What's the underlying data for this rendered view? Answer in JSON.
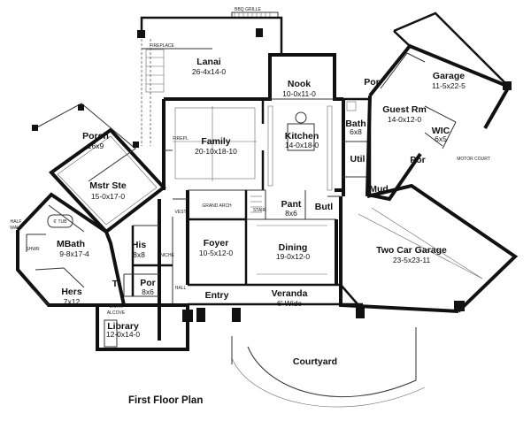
{
  "rooms": {
    "lanai": {
      "name": "Lanai",
      "dims": "26-4x14-0"
    },
    "porch": {
      "name": "Porch",
      "dims": "16x9"
    },
    "nook": {
      "name": "Nook",
      "dims": "10-0x11-0"
    },
    "por_top": {
      "name": "Por"
    },
    "garage": {
      "name": "Garage",
      "dims": "11-5x22-5"
    },
    "guest_rm": {
      "name": "Guest Rm",
      "dims": "14-0x12-0"
    },
    "bath": {
      "name": "Bath",
      "dims": "6x8"
    },
    "family": {
      "name": "Family",
      "dims": "20-10x18-10"
    },
    "kitchen": {
      "name": "Kitchen",
      "dims": "14-0x18-0"
    },
    "wic": {
      "name": "WIC",
      "dims": "6x5"
    },
    "util": {
      "name": "Util"
    },
    "por_mid": {
      "name": "Por"
    },
    "mstr_ste": {
      "name": "Mstr Ste",
      "dims": "15-0x17-0"
    },
    "mud": {
      "name": "Mud"
    },
    "pant": {
      "name": "Pant",
      "dims": "8x6"
    },
    "butl": {
      "name": "Butl"
    },
    "mbath": {
      "name": "MBath",
      "dims": "9-8x17-4"
    },
    "his": {
      "name": "His",
      "dims": "8x8"
    },
    "foyer": {
      "name": "Foyer",
      "dims": "10-5x12-0"
    },
    "dining": {
      "name": "Dining",
      "dims": "19-0x12-0"
    },
    "two_car_garage": {
      "name": "Two Car Garage",
      "dims": "23-5x23-11"
    },
    "hers": {
      "name": "Hers",
      "dims": "7x12"
    },
    "t": {
      "name": "T"
    },
    "por_small": {
      "name": "Por",
      "dims": "8x6"
    },
    "entry": {
      "name": "Entry"
    },
    "veranda": {
      "name": "Veranda",
      "dims": "6' Wide"
    },
    "library": {
      "name": "Library",
      "dims": "12-0x14-0"
    },
    "courtyard": {
      "name": "Courtyard"
    }
  },
  "notes": {
    "bbq_grille": "BBQ GRILLE",
    "fireplace": "FIREPLACE",
    "firepl": "FIREPL",
    "grand_arch": "GRAND ARCH",
    "vest": "VEST",
    "stair": "STAIR",
    "motor_court": "MOTOR COURT",
    "half_wall_1": "HALF",
    "half_wall_2": "WALL",
    "tub": "6' TUB",
    "shwr": "SHWR",
    "niche": "NICHE",
    "hall": "HALL",
    "work_alcove_1": "WORK",
    "work_alcove_2": "ALCOVE"
  },
  "plan_title": "First Floor Plan"
}
